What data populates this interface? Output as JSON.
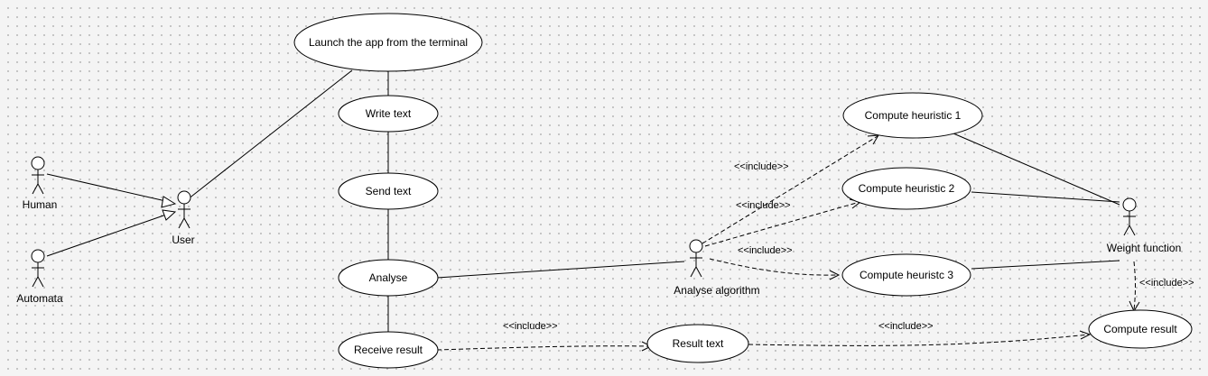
{
  "diagram": {
    "use_cases": {
      "launch": "Launch the app from the terminal",
      "write_text": "Write text",
      "send_text": "Send text",
      "analyse": "Analyse",
      "receive_result": "Receive result",
      "result_text": "Result text",
      "heuristic_1": "Compute heuristic 1",
      "heuristic_2": "Compute heuristic 2",
      "heuristic_3": "Compute heuristc 3",
      "compute_result": "Compute result"
    },
    "actors": {
      "human": "Human",
      "automata": "Automata",
      "user": "User",
      "analyse_algorithm": "Analyse algorithm",
      "weight_function": "Weight function"
    },
    "stereotypes": {
      "include_h1": "<<include>>",
      "include_h2": "<<include>>",
      "include_h3": "<<include>>",
      "include_result_text": "<<include>>",
      "include_compute_result": "<<include>>",
      "include_weight": "<<include>>"
    }
  }
}
